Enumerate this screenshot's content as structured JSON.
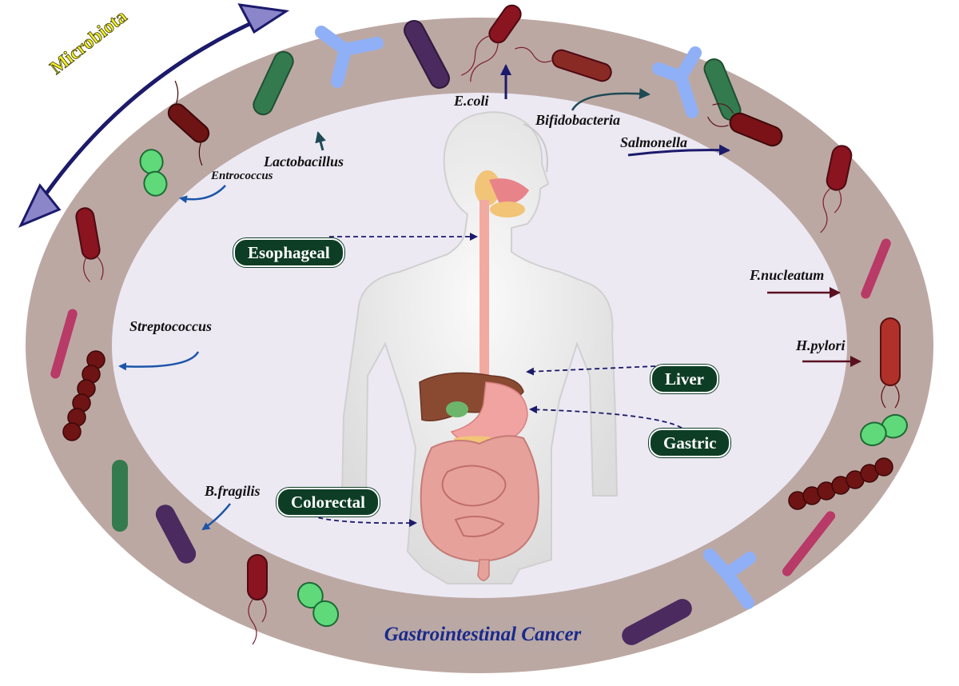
{
  "title": "Gastrointestinal Cancer",
  "cycle_label": "Microbiota",
  "organs": {
    "esophageal": "Esophageal",
    "liver": "Liver",
    "gastric": "Gastric",
    "colorectal": "Colorectal"
  },
  "bacteria": {
    "ecoli": "E.coli",
    "bifidobacteria": "Bifidobacteria",
    "salmonella": "Salmonella",
    "lactobacillus": "Lactobacillus",
    "entrococcus": "Entrococcus",
    "streptococcus": "Streptococcus",
    "fnucleatum": "F.nucleatum",
    "hpylori": "H.pylori",
    "bfragilis": "B.fragilis"
  },
  "colors": {
    "ring": "#bca8a3",
    "inner": "#ece9f3",
    "label_bg": "#0e3d25",
    "arrow_blue": "#1b55a8",
    "arrow_navy": "#1c1a6b",
    "arrow_maroon": "#5a1020",
    "title_text": "#1a2a8c"
  }
}
